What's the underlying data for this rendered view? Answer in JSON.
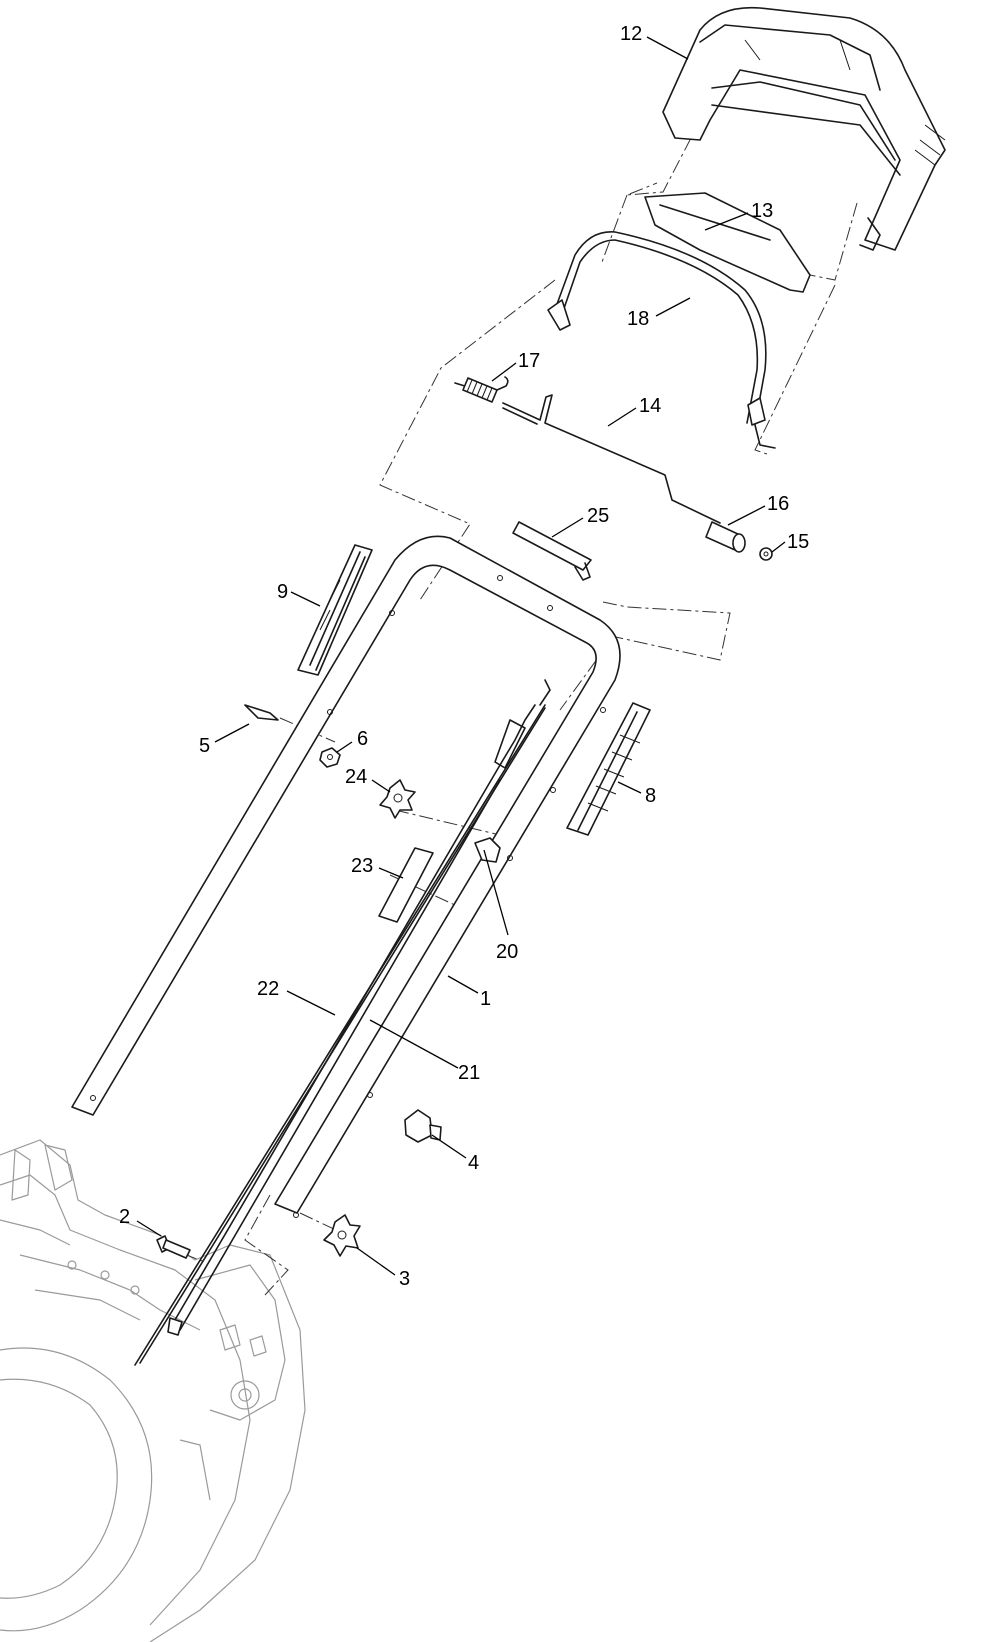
{
  "callouts": {
    "c1": "1",
    "c2": "2",
    "c3": "3",
    "c4": "4",
    "c5": "5",
    "c6": "6",
    "c8": "8",
    "c9": "9",
    "c12": "12",
    "c13": "13",
    "c14": "14",
    "c15": "15",
    "c16": "16",
    "c17": "17",
    "c18": "18",
    "c20": "20",
    "c21": "21",
    "c22": "22",
    "c23": "23",
    "c24": "24",
    "c25": "25"
  }
}
